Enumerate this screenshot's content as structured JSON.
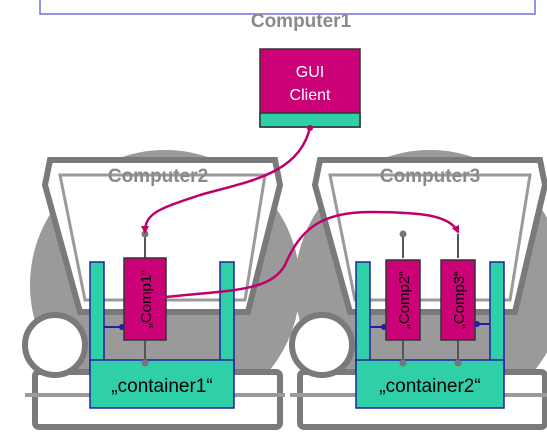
{
  "computers": {
    "computer1": {
      "title": "Computer1"
    },
    "computer2": {
      "title": "Computer2"
    },
    "computer3": {
      "title": "Computer3"
    }
  },
  "gui_client": {
    "line1": "GUI",
    "line2": "Client"
  },
  "components": {
    "comp1": {
      "label": "„Comp1“"
    },
    "comp2": {
      "label": "„Comp2“"
    },
    "comp3": {
      "label": "„Comp3“"
    }
  },
  "containers": {
    "container1": {
      "label": "„container1“"
    },
    "container2": {
      "label": "„container2“"
    }
  },
  "colors": {
    "component_fill": "#cc0077",
    "container_fill": "#2fcfa8",
    "connection": "#c0006a",
    "computer_silhouette": "#9a9a9a",
    "title_gray": "#8a8a8a"
  }
}
